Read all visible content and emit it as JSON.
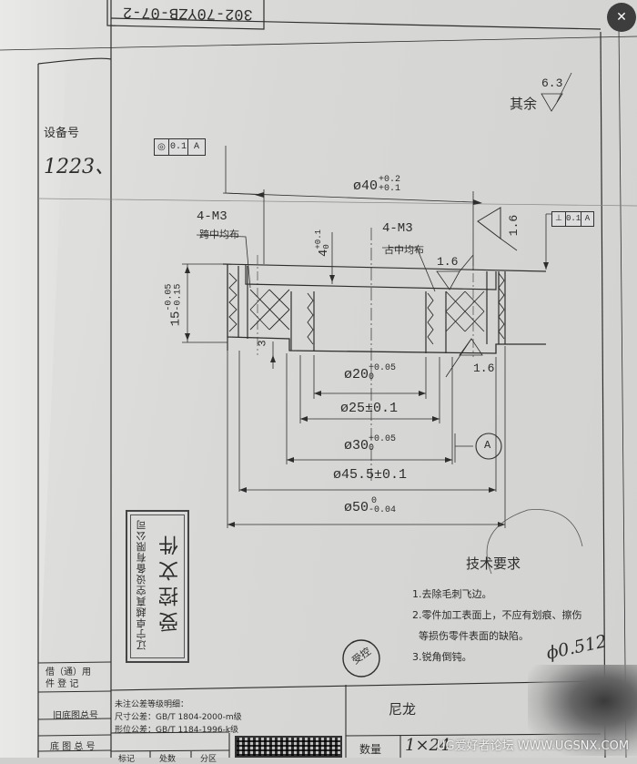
{
  "document": {
    "drawing_number": "302-70YZB-07-2",
    "equipment_label": "设备号",
    "equipment_number_handwritten": "1223、",
    "surface_finish_other": {
      "label": "其余",
      "value": "6.3"
    },
    "material": "尼龙",
    "quantity_label": "数量",
    "quantity_value": "1×24",
    "handwritten_note": "ϕ0.512",
    "stamp_circle": "受控"
  },
  "dimensions": {
    "concentricity_frame": {
      "symbol": "◎",
      "tolerance": "0.1",
      "datum": "A"
    },
    "perpendicularity_frame": {
      "symbol": "⊥",
      "tolerance": "0.1",
      "datum": "A"
    },
    "d40": {
      "base": "ø40",
      "upper": "+0.2",
      "lower": "+0.1"
    },
    "depth4": {
      "base": "4",
      "upper": "+0.1",
      "lower": "0"
    },
    "height15": {
      "base": "15",
      "upper": "-0.05",
      "lower": "-0.15"
    },
    "step3": "3",
    "thread_left": {
      "spec": "4-M3",
      "note": "跨中均布"
    },
    "thread_right": {
      "spec": "4-M3",
      "note": "占中均布"
    },
    "roughness_1": "1.6",
    "roughness_2": "1.6",
    "roughness_3": "1.6",
    "d20": {
      "base": "ø20",
      "upper": "+0.05",
      "lower": "0"
    },
    "d25": "ø25±0.1",
    "d30": {
      "base": "ø30",
      "upper": "+0.05",
      "lower": "0"
    },
    "d45": "ø45.5±0.1",
    "d50": {
      "base": "ø50",
      "upper": "0",
      "lower": "-0.04"
    },
    "datum_label": "A"
  },
  "tech_requirements": {
    "title": "技术要求",
    "items": [
      "1.去除毛刺飞边。",
      "2.零件加工表面上，不应有划痕、擦伤",
      "  等损伤零件表面的缺陷。",
      "3.锐角倒钝。"
    ]
  },
  "company_stamp": {
    "company": "辽宁卓越真空设备有限公司",
    "title": "受控文件"
  },
  "title_block": {
    "reuse_reg": [
      "借（通）用",
      "件  登  记"
    ],
    "old_base_number": "旧底图总号",
    "base_number": "底 图 总 号",
    "tolerance_notes_title": "未注公差等级明细：",
    "dim_tolerance": "尺寸公差：GB/T 1804-2000-m级",
    "form_tolerance": "形位公差：GB/T 1184-1996-k级",
    "bottom_labels": [
      "标记",
      "处数",
      "分区"
    ]
  },
  "ui": {
    "close_icon": "✕",
    "watermark": "UG爱好者论坛 WWW.UGSNX.COM"
  }
}
